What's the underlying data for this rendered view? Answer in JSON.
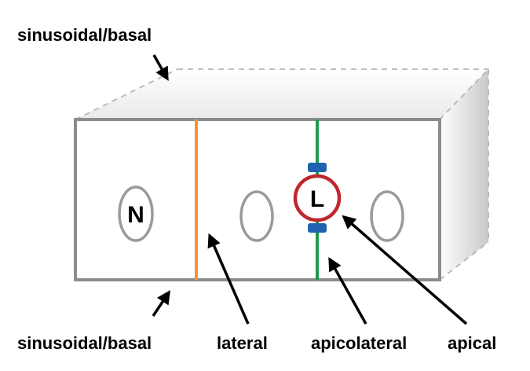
{
  "labels": {
    "top_basal": "sinusoidal/basal",
    "bottom_basal": "sinusoidal/basal",
    "lateral": "lateral",
    "apicolateral": "apicolateral",
    "apical": "apical"
  },
  "cells": {
    "nucleus_letter": "N",
    "lumen_letter": "L"
  },
  "colors": {
    "box_outline": "#8c8c8c",
    "lateral_membrane": "#f0962d",
    "apicolateral_membrane": "#1f9a4a",
    "lumen_ring": "#c0272d",
    "tight_junction": "#1f63b0",
    "nucleus_outline": "#9a9a9a"
  }
}
